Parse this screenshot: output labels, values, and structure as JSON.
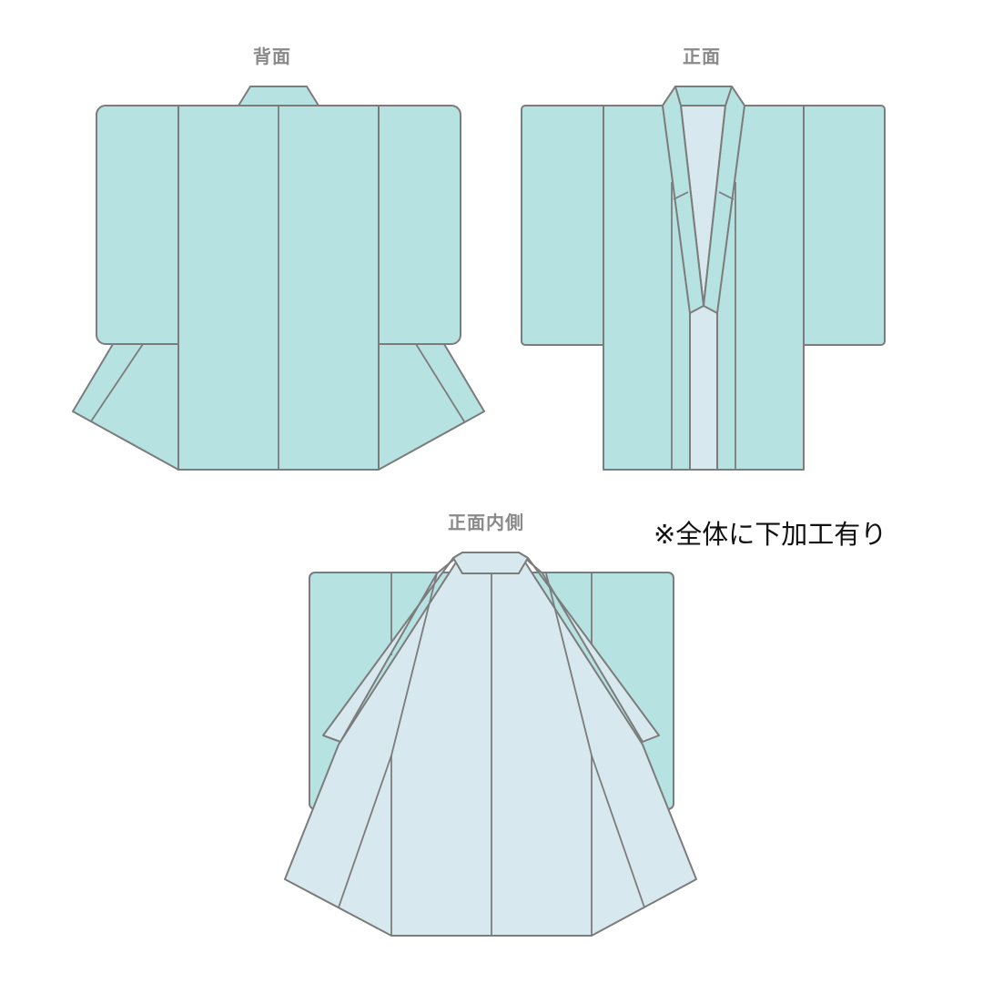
{
  "views": {
    "back": {
      "label": "背面"
    },
    "front": {
      "label": "正面"
    },
    "inside": {
      "label": "正面内側"
    }
  },
  "note": "※全体に下加工有り",
  "colors": {
    "outer": "#b6e2e1",
    "lining": "#d7e9ef",
    "outline": "#7c7c7c",
    "label": "#8a8a8a"
  }
}
